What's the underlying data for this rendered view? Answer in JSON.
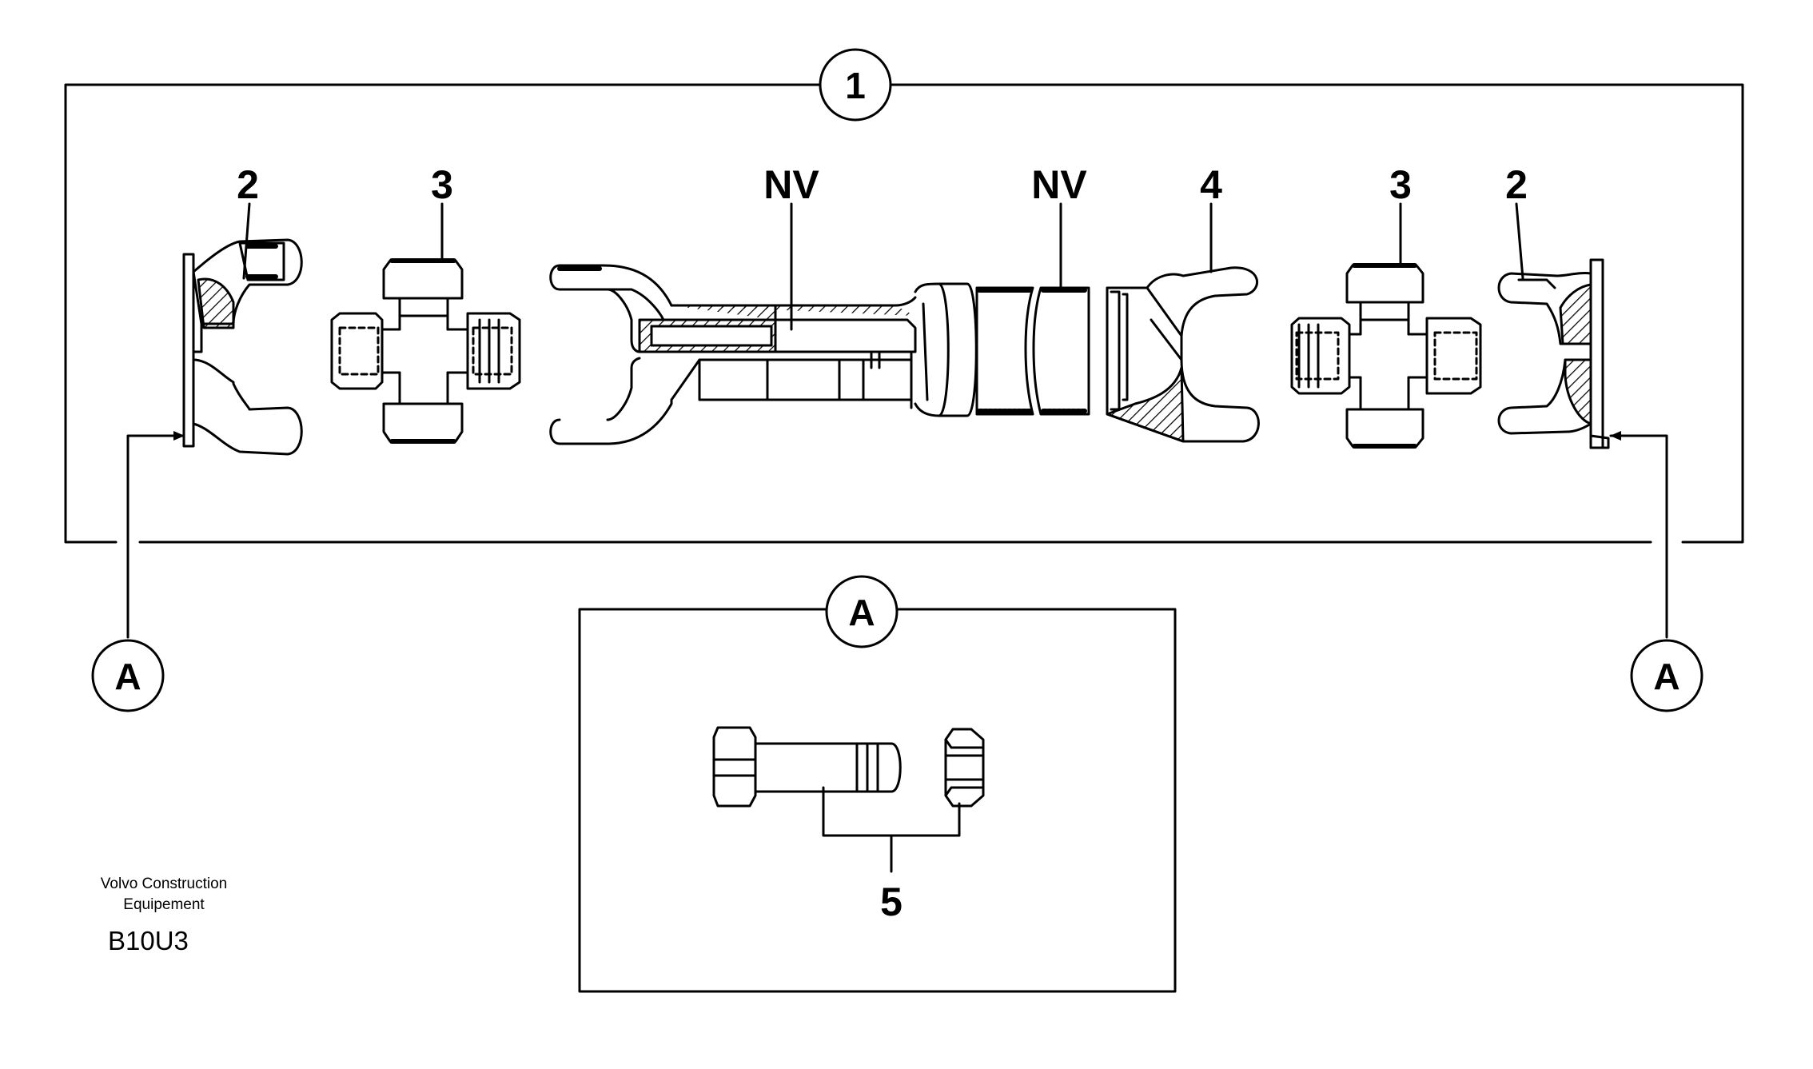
{
  "callouts": {
    "assembly": "1",
    "flange_yoke_left": "2",
    "cross_left": "3",
    "nv_1": "NV",
    "nv_2": "NV",
    "slip_yoke": "4",
    "cross_right": "3",
    "flange_yoke_right": "2",
    "fastener": "5"
  },
  "detail_refs": {
    "left": "A",
    "right": "A",
    "detail_box": "A"
  },
  "caption": {
    "company_line1": "Volvo Construction",
    "company_line2": "Equipement",
    "code": "B10U3"
  }
}
